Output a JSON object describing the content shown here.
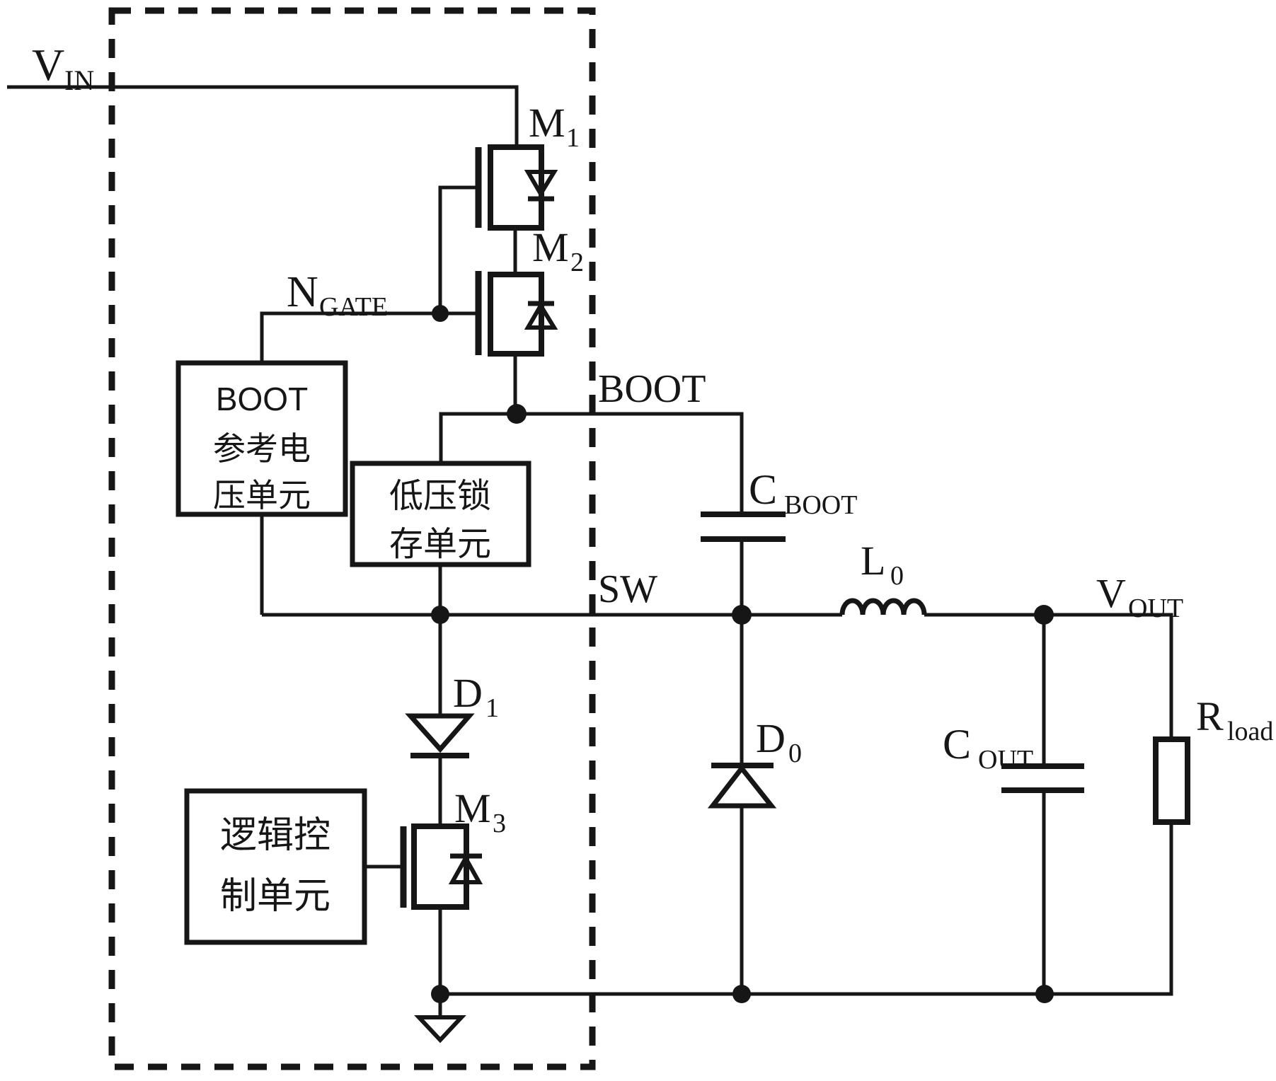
{
  "figure": {
    "type": "circuit-schematic",
    "description": "Bootstrap gate-drive buck converter schematic with dashed IC boundary, power stage M1/M2/M3, bootstrap capacitor, freewheeling diode and output filter"
  },
  "colors": {
    "ink": "#161616",
    "background": "#ffffff"
  },
  "labels": {
    "vin": {
      "main": "V",
      "sub": "IN"
    },
    "ngate": {
      "main": "N",
      "sub": "GATE"
    },
    "m1": {
      "main": "M",
      "sub": "1"
    },
    "m2": {
      "main": "M",
      "sub": "2"
    },
    "m3": {
      "main": "M",
      "sub": "3"
    },
    "boot": {
      "main": "BOOT",
      "sub": ""
    },
    "cboot": {
      "main": "C",
      "sub": "BOOT"
    },
    "sw": {
      "main": "SW",
      "sub": ""
    },
    "l0": {
      "main": "L",
      "sub": "0"
    },
    "vout": {
      "main": "V",
      "sub": "OUT"
    },
    "d1": {
      "main": "D",
      "sub": "1"
    },
    "d0": {
      "main": "D",
      "sub": "0"
    },
    "cout": {
      "main": "C",
      "sub": "OUT"
    },
    "rload": {
      "main": "R",
      "sub": "load"
    }
  },
  "blocks": {
    "boot_ref": {
      "lines": [
        "BOOT",
        "参考电",
        "压单元"
      ]
    },
    "uvlo_latch": {
      "lines": [
        "低压锁",
        "存单元"
      ]
    },
    "logic_ctrl": {
      "lines": [
        "逻辑控",
        "制单元"
      ]
    }
  }
}
